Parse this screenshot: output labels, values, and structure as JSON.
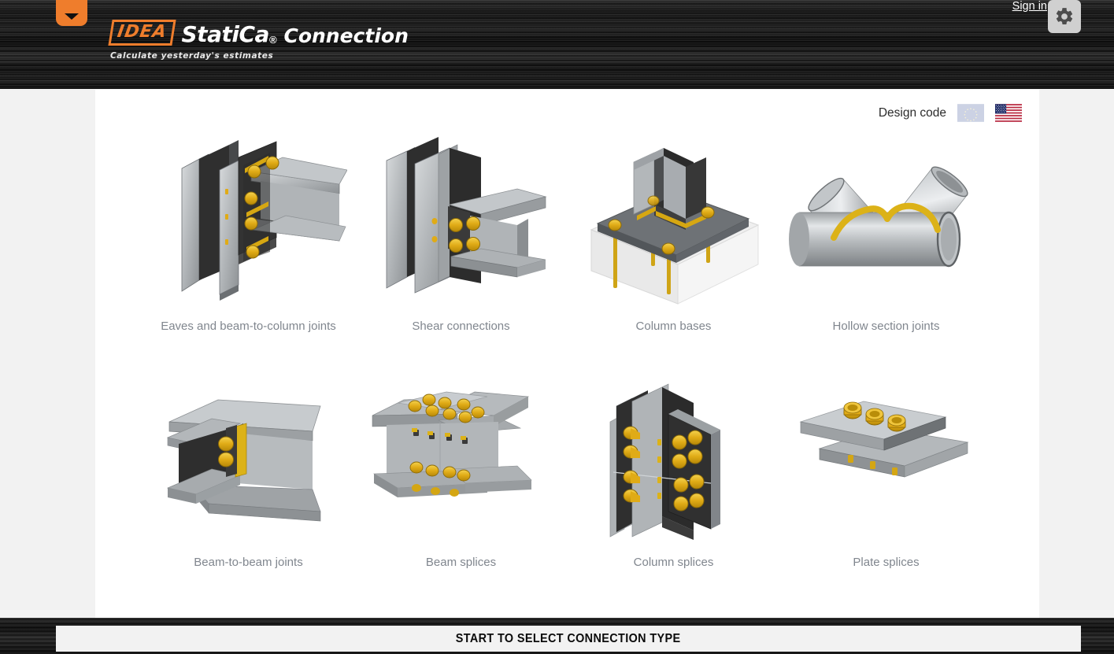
{
  "header": {
    "dropdown_icon": "chevron-down-icon",
    "logo": {
      "mark": "IDEA",
      "product": "StatiCa",
      "registered": "®",
      "module": "Connection",
      "tagline": "Calculate yesterday's estimates"
    },
    "signin_label": "Sign in",
    "settings_icon": "gear-icon",
    "brand_orange": "#ef7d2c",
    "background": "#1a1a1a"
  },
  "design_code": {
    "label": "Design code",
    "options": [
      {
        "name": "eu-flag",
        "title": "Eurocode",
        "selected": false
      },
      {
        "name": "us-flag",
        "title": "AISC",
        "selected": true
      }
    ]
  },
  "tiles": [
    {
      "id": "eaves-and-beam-to-column-joints",
      "label": "Eaves and beam-to-column joints",
      "art": "eaves-beam-to-column"
    },
    {
      "id": "shear-connections",
      "label": "Shear connections",
      "art": "shear-connection"
    },
    {
      "id": "column-bases",
      "label": "Column bases",
      "art": "column-base"
    },
    {
      "id": "hollow-section-joints",
      "label": "Hollow section joints",
      "art": "hollow-section"
    },
    {
      "id": "beam-to-beam-joints",
      "label": "Beam-to-beam joints",
      "art": "beam-to-beam"
    },
    {
      "id": "beam-splices",
      "label": "Beam splices",
      "art": "beam-splice"
    },
    {
      "id": "column-splices",
      "label": "Column splices",
      "art": "column-splice"
    },
    {
      "id": "plate-splices",
      "label": "Plate splices",
      "art": "plate-splice"
    }
  ],
  "footer": {
    "start_label": "START TO SELECT CONNECTION TYPE"
  },
  "colors": {
    "page_background": "#f2f2f2",
    "panel_background": "#ffffff",
    "label_gray": "#80868e",
    "bolt_gold": "#e3b018",
    "steel_dark": "#3a3a3a",
    "steel_light": "#b9bcbe"
  }
}
